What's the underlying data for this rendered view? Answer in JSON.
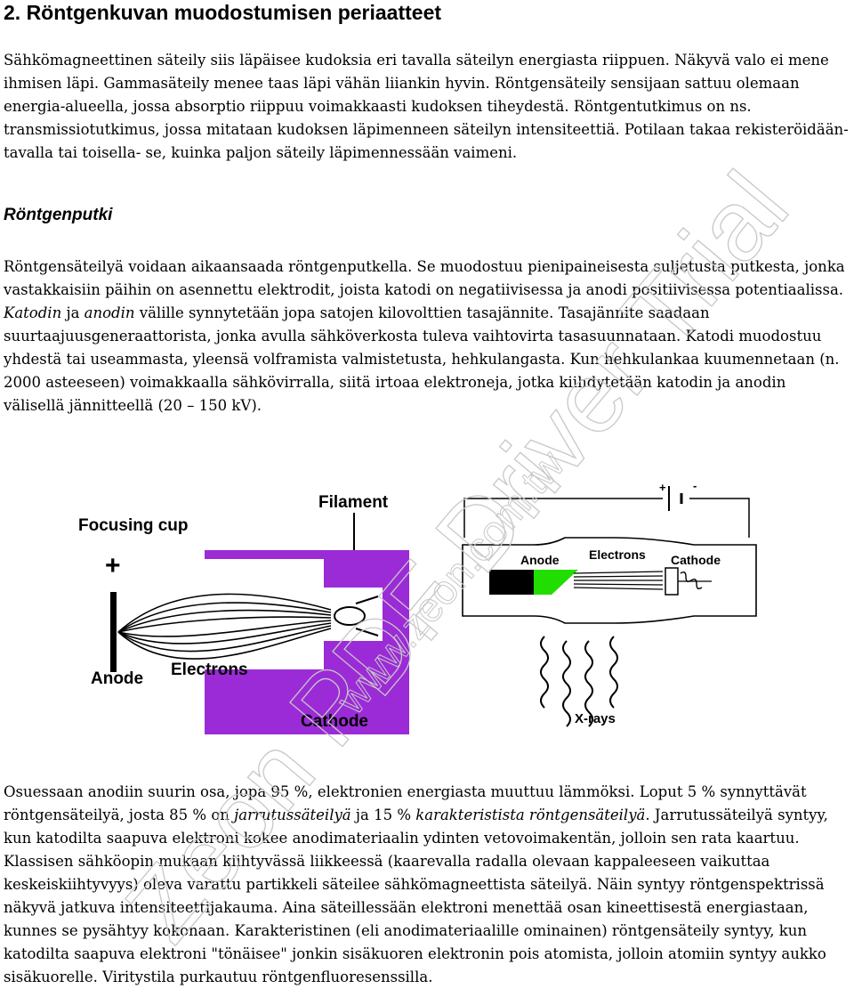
{
  "heading": "2. Röntgenkuvan muodostumisen periaatteet",
  "intro": {
    "parts": [
      {
        "text": "Sähkömagneettinen säteily siis läpäisee kudoksia eri tavalla säteilyn energiasta riippuen. Näkyvä valo ei mene ihmisen läpi. Gammasäteily menee taas läpi vähän liiankin hyvin. Röntgensäteily sensijaan sattuu olemaan energia-alueella, jossa absorptio riippuu voimakkaasti kudoksen tiheydestä. Röntgentutkimus on ns. transmissiotutkimus, jossa mitataan kudoksen läpimenneen säteilyn intensiteettiä. Potilaan takaa rekisteröidään- tavalla tai toisella- se, kuinka paljon säteily läpimennessään vaimeni.",
        "italic": false
      }
    ]
  },
  "subheading": "Röntgenputki",
  "tube": {
    "parts": [
      {
        "text": "Röntgensäteilyä voidaan aikaansaada röntgenputkella. Se muodostuu pienipaineisesta suljetusta putkesta, jonka vastakkaisiin päihin on asennettu elektrodit, joista katodi on negatiivisessa ja anodi positiivisessa potentiaalissa. ",
        "italic": false
      },
      {
        "text": "Katodin",
        "italic": true
      },
      {
        "text": " ja ",
        "italic": false
      },
      {
        "text": "anodin",
        "italic": true
      },
      {
        "text": " välille synnytetään jopa satojen kilovolttien tasajännite. Tasajännite saadaan suurtaajuusgeneraattorista, jonka avulla sähköverkosta tuleva vaihtovirta tasasuunnataan. Katodi muodostuu yhdestä tai useammasta, yleensä volframista valmistetusta, hehkulangasta. Kun hehkulankaa kuumennetaan (n. 2000 asteeseen) voimakkaalla sähkövirralla, siitä irtoaa elektroneja, jotka kiihdytetään katodin ja anodin välisellä jännitteellä (20 – 150 kV).",
        "italic": false
      }
    ]
  },
  "figure": {
    "left": {
      "focusing_cup": "Focusing cup",
      "filament": "Filament",
      "plus": "+",
      "anode": "Anode",
      "electrons": "Electrons",
      "cathode": "Cathode"
    },
    "right": {
      "plus": "+",
      "minus": "-",
      "anode": "Anode",
      "electrons": "Electrons",
      "cathode": "Cathode",
      "xrays": "X-rays"
    }
  },
  "heat": {
    "parts": [
      {
        "text": "Osuessaan anodiin suurin osa, jopa 95 %, elektronien energiasta muuttuu lämmöksi. Loput 5 % synnyttävät röntgensäteilyä, josta 85 % on ",
        "italic": false
      },
      {
        "text": "jarrutussäteilyä",
        "italic": true
      },
      {
        "text": " ja 15 % ",
        "italic": false
      },
      {
        "text": "karakteristista röntgensäteilyä",
        "italic": true
      },
      {
        "text": ". Jarrutussäteilyä syntyy, kun katodilta saapuva elektroni kokee anodimateriaalin ydinten vetovoimakentän, jolloin sen rata kaartuu. Klassisen sähköopin mukaan kiihtyvässä liikkeessä (kaarevalla radalla olevaan kappaleeseen vaikuttaa keskeiskiihtyvyys) oleva varattu partikkeli säteilee sähkömagneettista säteilyä. Näin syntyy röntgenspektrissä näkyvä jatkuva intensiteettijakauma. Aina säteillessään elektroni menettää osan kineettisestä energiastaan, kunnes se pysähtyy kokonaan. Karakteristinen (eli anodimateriaalille ominainen) röntgensäteily syntyy, kun katodilta saapuva elektroni \"tönäisee\" jonkin sisäkuoren elektronin pois atomista, jolloin atomiin syntyy aukko sisäkuorelle. Viritystila purkautuu röntgenfluoresenssilla.",
        "italic": false
      }
    ]
  },
  "watermark": {
    "line1": "Zeon PDF Driver Trial",
    "line2": "www.zeon.com.tw"
  },
  "colors": {
    "purple": "#9b2bd6",
    "green": "#22dd00",
    "watermark": "#c8c8c8"
  }
}
